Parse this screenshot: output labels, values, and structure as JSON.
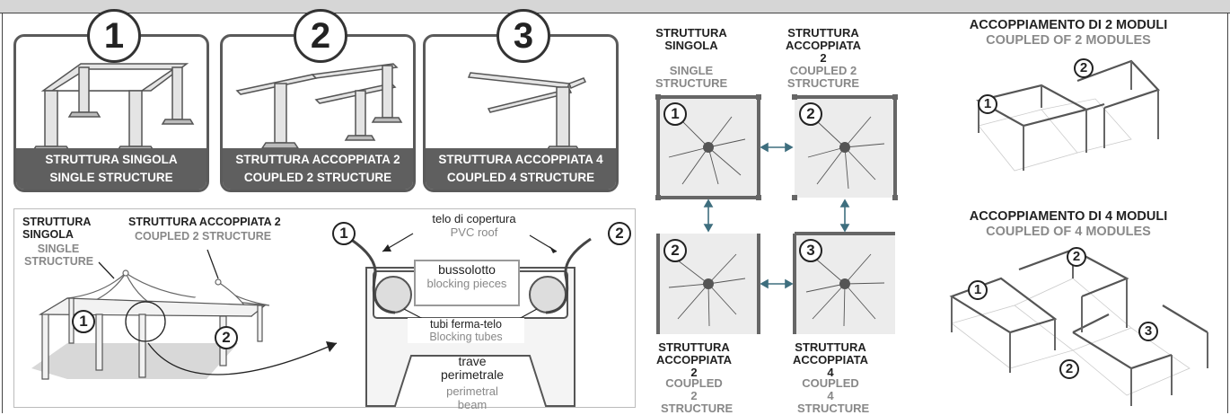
{
  "cards": [
    {
      "number": "1",
      "line1": "STRUTTURA SINGOLA",
      "line2": "SINGLE STRUCTURE"
    },
    {
      "number": "2",
      "line1": "STRUTTURA ACCOPPIATA 2",
      "line2": "COUPLED 2 STRUCTURE"
    },
    {
      "number": "3",
      "line1": "STRUTTURA ACCOPPIATA 4",
      "line2": "COUPLED 4 STRUCTURE"
    }
  ],
  "lower_left": {
    "single_it": "STRUTTURA SINGOLA",
    "single_en": "SINGLE STRUCTURE",
    "coupled_it": "STRUTTURA ACCOPPIATA 2",
    "coupled_en": "COUPLED 2 STRUCTURE",
    "marker1": "1",
    "marker2": "2"
  },
  "detail": {
    "marker1": "1",
    "marker2": "2",
    "roof_it": "telo di copertura",
    "roof_en": "PVC roof",
    "blocking_it": "bussolotto",
    "blocking_en": "blocking pieces",
    "tubes_it": "tubi ferma-telo",
    "tubes_en": "Blocking tubes",
    "beam_it": "trave perimetrale",
    "beam_en": "perimetral beam"
  },
  "grid": {
    "tl_it": "STRUTTURA SINGOLA",
    "tl_en": "SINGLE STRUCTURE",
    "tr_it": "STRUTTURA ACCOPPIATA 2",
    "tr_en": "COUPLED 2 STRUCTURE",
    "bl_it": "STRUTTURA ACCOPPIATA 2",
    "bl_en": "COUPLED 2 STRUCTURE",
    "br_it": "STRUTTURA ACCOPPIATA 4",
    "br_en": "COUPLED 4 STRUCTURE",
    "tile_numbers": [
      "1",
      "2",
      "2",
      "3"
    ]
  },
  "right": {
    "title2_it": "ACCOPPIAMENTO DI 2 MODULI",
    "title2_en": "COUPLED OF 2 MODULES",
    "title4_it": "ACCOPPIAMENTO DI 4 MODULI",
    "title4_en": "COUPLED OF 4 MODULES",
    "m2_numbers": [
      "1",
      "2"
    ],
    "m4_numbers": [
      "1",
      "2",
      "2",
      "3"
    ]
  }
}
